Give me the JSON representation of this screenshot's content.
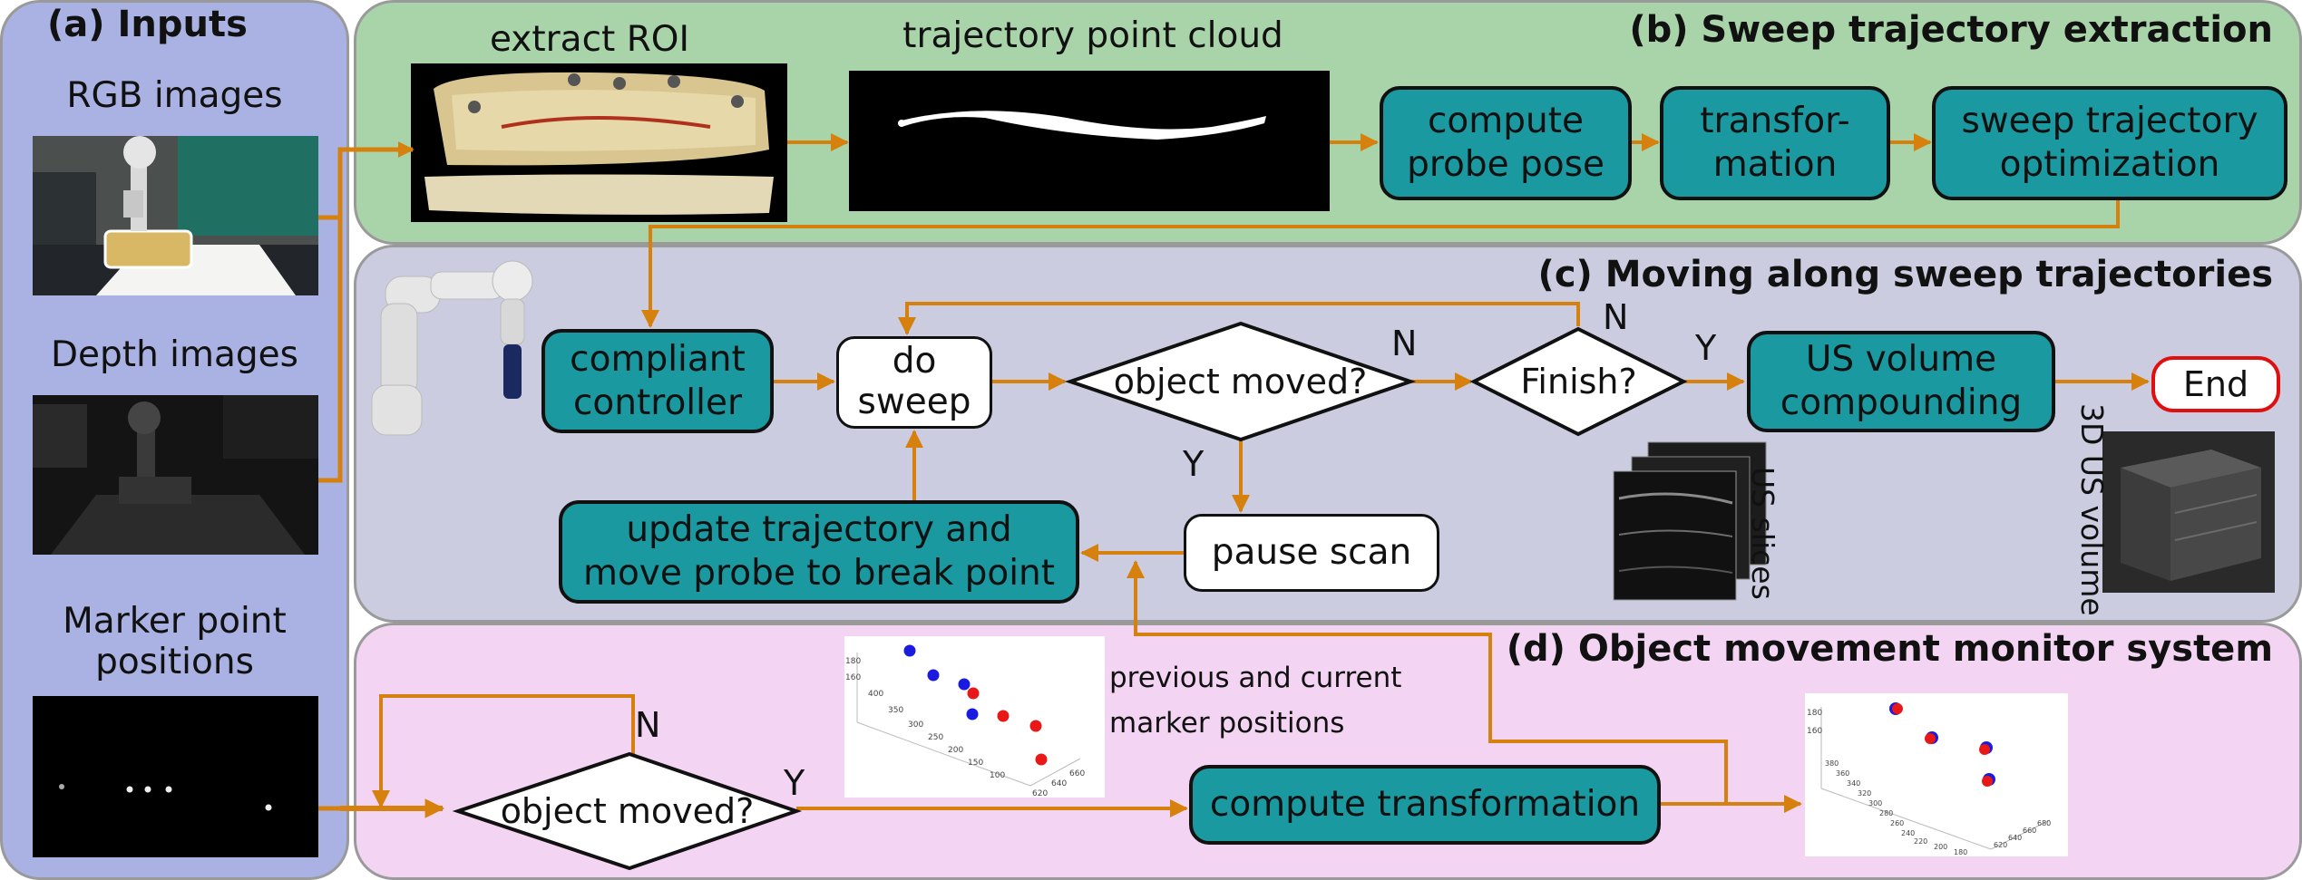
{
  "colors": {
    "inputs_bg": "#a9b2e2",
    "extraction_bg": "#a9d4aa",
    "moving_bg": "#cbcce0",
    "monitor_bg": "#f3d4f3",
    "teal_box": "#1a9aa0",
    "arrow": "#d6800d",
    "end_border": "#e01010",
    "marker_previous": "#1a1ae0",
    "marker_current": "#e81818"
  },
  "panels": {
    "inputs": {
      "title": "(a) Inputs"
    },
    "extraction": {
      "title": "(b) Sweep trajectory extraction"
    },
    "moving": {
      "title": "(c) Moving along sweep trajectories"
    },
    "monitor": {
      "title": "(d) Object movement monitor system"
    }
  },
  "inputs": {
    "rgb_label": "RGB images",
    "depth_label": "Depth images",
    "marker_label_line1": "Marker point",
    "marker_label_line2": "positions"
  },
  "extraction": {
    "roi_label": "extract ROI",
    "cloud_label": "trajectory point cloud",
    "box_probe_pose": [
      "compute",
      "probe pose"
    ],
    "box_transformation": [
      "transfor-",
      "mation"
    ],
    "box_optimization": [
      "sweep trajectory",
      "optimization"
    ]
  },
  "moving": {
    "box_compliant": [
      "compliant",
      "controller"
    ],
    "box_do_sweep": [
      "do",
      "sweep"
    ],
    "diamond_object_moved": "object moved?",
    "diamond_finish": "Finish?",
    "box_us_volume": [
      "US volume",
      "compounding"
    ],
    "end_label": "End",
    "box_update": [
      "update trajectory and",
      "move probe to break point"
    ],
    "box_pause": "pause scan",
    "label_us_slices": "US slices",
    "label_3d_volume": "3D US volume",
    "yn_n1": "N",
    "yn_n2": "N",
    "yn_y1": "Y",
    "yn_y2": "Y"
  },
  "monitor": {
    "diamond_object_moved": "object moved?",
    "box_compute_transformation": "compute transformation",
    "markers_caption_line1": "previous and current",
    "markers_caption_line2": "marker positions",
    "yn_n": "N",
    "yn_y": "Y"
  },
  "plot1": {
    "y_ticks": [
      "180",
      "160"
    ],
    "z_ticks": [
      "400",
      "350",
      "300",
      "250",
      "200",
      "150",
      "100"
    ],
    "x_ticks": [
      "620",
      "640",
      "660"
    ]
  },
  "plot2": {
    "y_ticks": [
      "180",
      "160"
    ],
    "z_ticks": [
      "380",
      "360",
      "340",
      "320",
      "300",
      "280",
      "260",
      "240",
      "220",
      "200",
      "180"
    ],
    "x_ticks": [
      "620",
      "640",
      "660",
      "680"
    ]
  }
}
